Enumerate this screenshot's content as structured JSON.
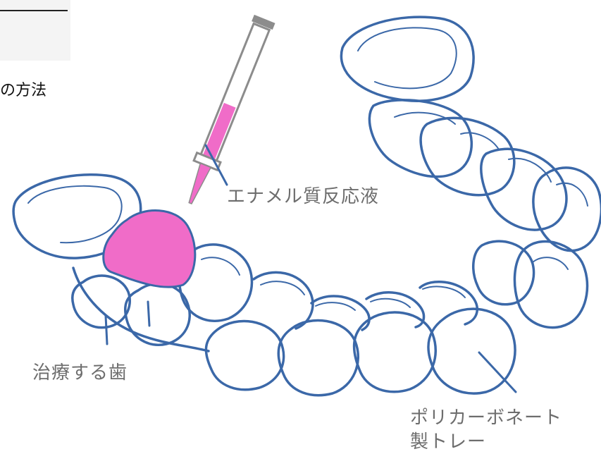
{
  "heading_fragment": "の方法",
  "labels": {
    "solution": "エナメル質反応液",
    "tooth": "治療する歯",
    "tray_line1": "ポリカーボネート",
    "tray_line2": "製トレー"
  },
  "colors": {
    "outline": "#3b68a8",
    "highlight": "#f06cc8",
    "syringe": "#8c8c8c",
    "label": "#6d6d6d"
  }
}
